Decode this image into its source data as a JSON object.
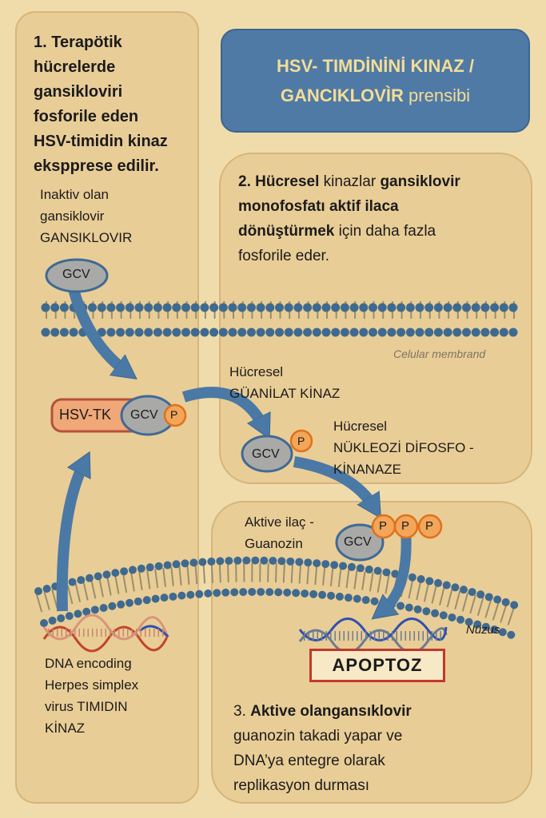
{
  "title": {
    "line1": "HSV- TIMDİNİNİ KINAZ /",
    "line2_bold": "GANCIKLOVÌR",
    "line2_rest": "prensibi"
  },
  "step1": {
    "lines": [
      "1. Terapötik",
      "hücrelerde",
      "gansikloviri",
      "fosforile eden",
      "HSV-timidin kinaz",
      "ekspprese edilir."
    ]
  },
  "inactive_note": {
    "lines": [
      "Inaktiv olan",
      "gansiklovir",
      "GANSIKLOVIR"
    ]
  },
  "step2": {
    "num": "2. Hücresel",
    "t1": " kinazlar ",
    "b1": "gansiklovir",
    "line2": "monofosfatı aktif ilaca",
    "b3": "dönüştürmek",
    "t3": " için daha fazla",
    "line4": "fosforile eder."
  },
  "membrane_label": "Celular membrand",
  "guanylate": {
    "lines": [
      "Hücresel",
      "GÜANİLAT KİNAZ"
    ]
  },
  "ndpk": {
    "lines": [
      "Hücresel",
      "NÜKLEOZİ DİFOSFO -",
      "KİNANAZE"
    ]
  },
  "active": {
    "lines": [
      "Aktive ilaç -",
      "Guanozin"
    ]
  },
  "molecules": {
    "hsv_tk": "HSV-TK",
    "gcv": "GCV",
    "p": "P"
  },
  "dna_note": {
    "lines": [
      "DNA encoding",
      "Herpes simplex",
      "virus TIMIDIN",
      "KİNAZ"
    ]
  },
  "nucleus_label": "Nüzus",
  "apoptosis": "APOPTOZ",
  "step3": {
    "num": "3. ",
    "bold": "Aktive olangansıklovir",
    "lines": [
      "guanozin takadi yapar ve",
      "DNA’ya entegre olarak",
      "replikasyon durması"
    ]
  },
  "colors": {
    "arrow": "#4b79a5",
    "panel": "#e9cd97",
    "title_bg": "#4f7aa5",
    "title_text": "#f3dd97",
    "phosphate": "#f2a65a",
    "gcv": "#a9aaa8"
  }
}
